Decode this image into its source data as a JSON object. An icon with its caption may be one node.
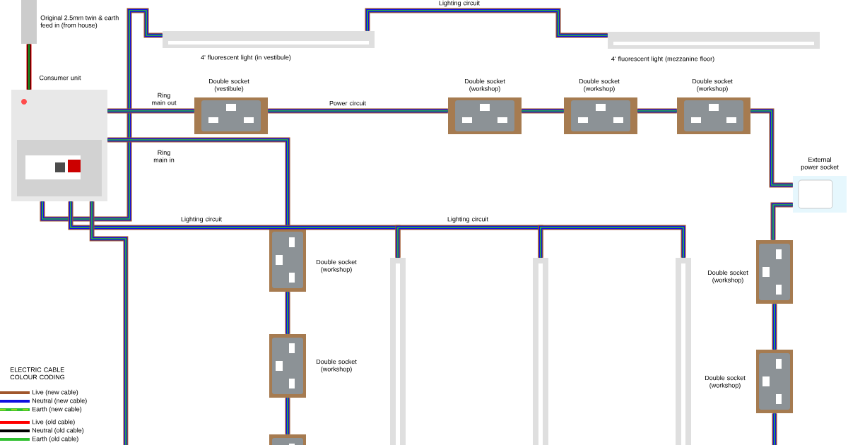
{
  "diagram": {
    "nodes": [
      {
        "text": [
          "Consumer unit"
        ]
      },
      {
        "text": [
          "Original 2.5mm twin & earth feed in (from house)"
        ]
      },
      {
        "text": [
          "4' fluorescent light (in vestibule)"
        ]
      },
      {
        "text": [
          "4' fluorescent light (mezzanine floor)"
        ]
      },
      {
        "text": [
          "Double socket (vestibule)"
        ]
      },
      {
        "text": [
          "Double socket (workshop)"
        ]
      },
      {
        "text": [
          "Double socket (workshop)"
        ]
      },
      {
        "text": [
          "Double socket (workshop)"
        ]
      },
      {
        "text": [
          "External power socket"
        ]
      },
      {
        "text": [
          "Double socket (workshop)"
        ]
      },
      {
        "text": [
          "Double socket (workshop)"
        ]
      },
      {
        "text": [
          "Double socket (workshop)"
        ]
      },
      {
        "text": [
          "Double socket (workshop)"
        ]
      },
      {
        "text": [],
        "shape": "box"
      },
      {
        "text": [],
        "shape": "bar"
      },
      {
        "text": [],
        "shape": "bar"
      },
      {
        "text": [],
        "shape": "bar"
      }
    ],
    "edges": [
      {
        "from": 1,
        "to": 0,
        "arrow": "none",
        "color": "#e00000"
      },
      {
        "from": 0,
        "to": 2,
        "arrow": "none"
      },
      {
        "from": 2,
        "to": 3,
        "arrow": "none",
        "label": "Lighting circuit"
      },
      {
        "from": 0,
        "to": 4,
        "arrow": "none",
        "label": "Ring main out"
      },
      {
        "from": 4,
        "to": 5,
        "arrow": "none",
        "label": "Power circuit"
      },
      {
        "from": 5,
        "to": 6,
        "arrow": "none"
      },
      {
        "from": 6,
        "to": 7,
        "arrow": "none"
      },
      {
        "from": 7,
        "to": 8,
        "arrow": "none"
      },
      {
        "from": 8,
        "to": 9,
        "arrow": "none"
      },
      {
        "from": 9,
        "to": 10,
        "arrow": "none"
      },
      {
        "from": 0,
        "to": 11,
        "arrow": "none",
        "label": "Ring main in"
      },
      {
        "from": 11,
        "to": 12,
        "arrow": "none"
      },
      {
        "from": 12,
        "to": 13,
        "arrow": "none"
      },
      {
        "from": 0,
        "to": 14,
        "arrow": "none",
        "label": "Lighting circuit"
      },
      {
        "from": 14,
        "to": 15,
        "arrow": "none",
        "label": "Lighting circuit"
      },
      {
        "from": 15,
        "to": 16,
        "arrow": "none"
      },
      {
        "from": 0,
        "to": null,
        "arrow": "none"
      },
      {
        "from": 10,
        "to": null,
        "arrow": "none"
      }
    ],
    "labels": [
      "ELECTRIC CABLE COLOUR CODING"
    ],
    "legend": [
      {
        "text": "Live (new cable)"
      },
      {
        "text": "Neutral (new cable)"
      },
      {
        "text": "Earth (new cable)"
      },
      {
        "text": "Live (old cable)"
      },
      {
        "text": "Neutral (old cable)"
      },
      {
        "text": "Earth (old cable)"
      }
    ]
  }
}
